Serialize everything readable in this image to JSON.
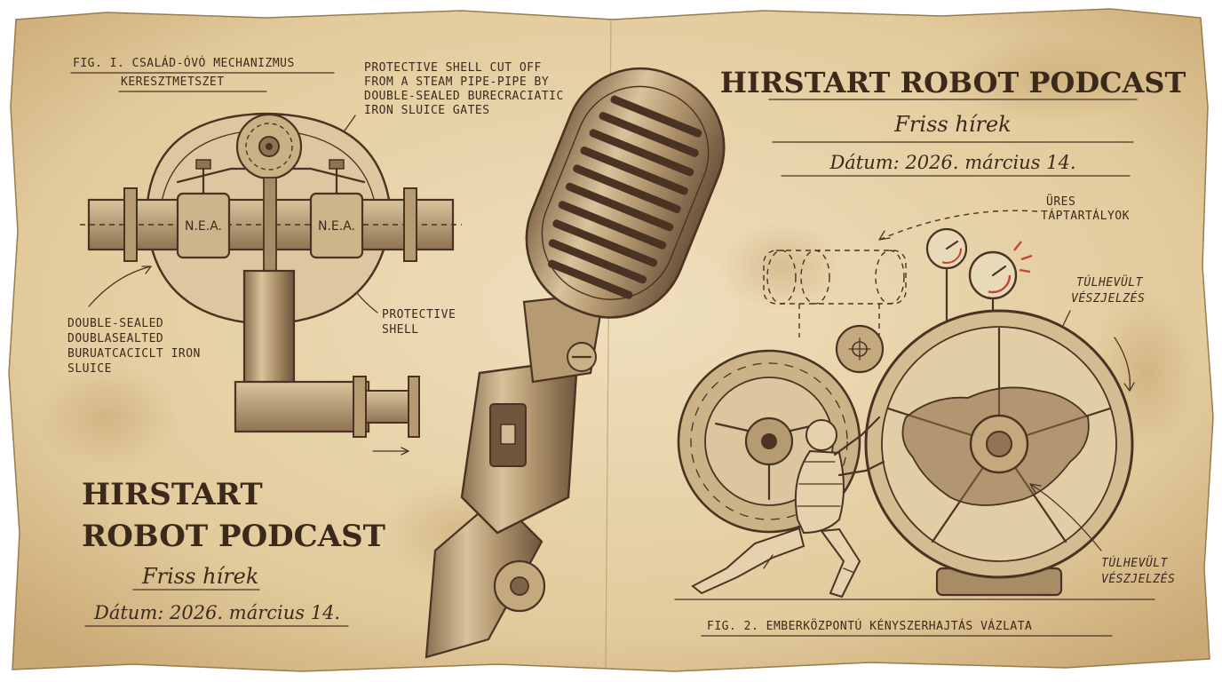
{
  "colors": {
    "paper": "#e9d7b2",
    "paper_dark": "#c9a874",
    "ink": "#4a3322",
    "metal": "#b9a07a",
    "metal_dark": "#7d6447",
    "alert_red": "#c8432f"
  },
  "fig1": {
    "title_line1": "FIG. I. CSALÁD-ÓVÓ MECHANIZMUS",
    "title_line2": "KERESZTMETSZET",
    "note_top": [
      "PROTECTIVE SHELL CUT OFF",
      "FROM A STEAM PIPE-PIPE BY",
      "DOUBLE-SEALED BURECRACIATIC",
      "IRON SLUICE GATES"
    ],
    "note_left": [
      "DOUBLE-SEALED",
      "DOUBLASEALTED",
      "BURUATCACICLT IRON",
      "SLUICE"
    ],
    "note_right": [
      "PROTECTIVE",
      "SHELL"
    ],
    "valve_left": "N.E.A.",
    "valve_right": "N.E.A."
  },
  "podcast_left": {
    "title_line1": "HIRSTART",
    "title_line2": "ROBOT PODCAST",
    "subtitle": "Friss hírek",
    "date": "Dátum: 2026. március 14."
  },
  "podcast_right": {
    "title": "HIRSTART ROBOT PODCAST",
    "subtitle": "Friss hírek",
    "date": "Dátum: 2026. március 14."
  },
  "fig2": {
    "label_tanks": [
      "ÜRES",
      "TÁPTARTÁLYOK"
    ],
    "label_warning_top": [
      "TÚLHEVÜLT",
      "VÉSZJELZÉS"
    ],
    "label_warning_bottom": [
      "TÚLHEVÜLT",
      "VÉSZJELZÉS"
    ],
    "caption": "FIG. 2.  EMBERKÖZPONTÚ KÉNYSZERHAJTÁS VÁZLATA"
  },
  "icons": [
    "microphone-icon",
    "gear-icon",
    "pressure-gauge-icon",
    "flywheel-icon",
    "mannequin-figure-icon",
    "map-of-hungary-icon"
  ]
}
